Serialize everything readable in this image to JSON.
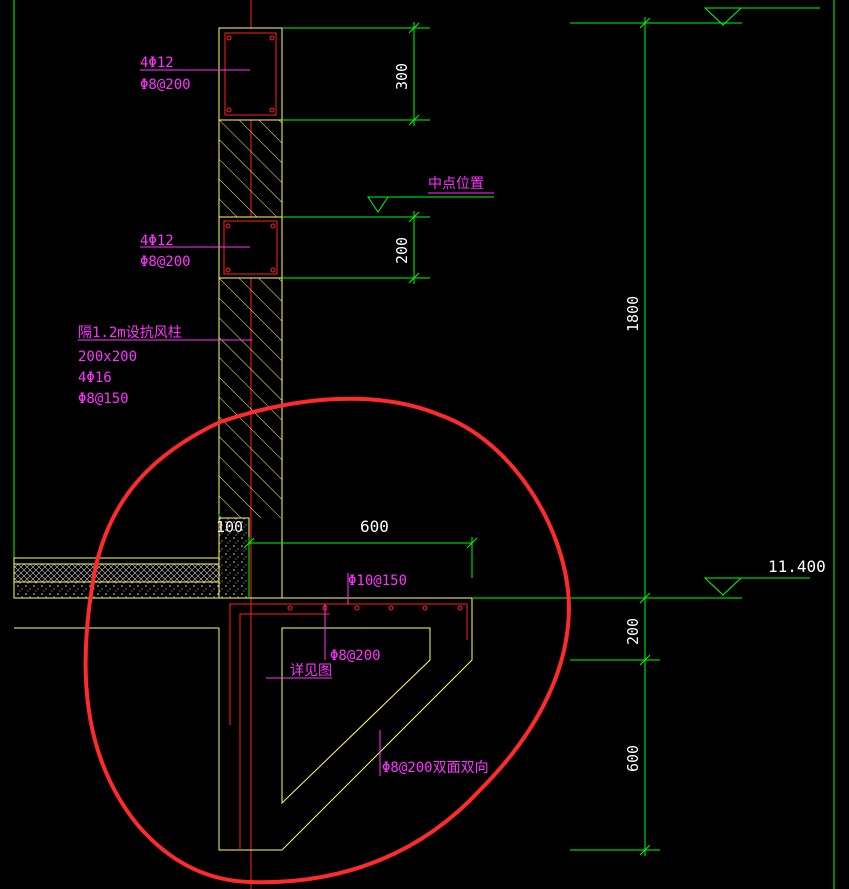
{
  "labels": {
    "rebar_top_main": "4Φ12",
    "rebar_top_stirrup": "Φ8@200",
    "midpoint": "中点位置",
    "rebar_mid_main": "4Φ12",
    "rebar_mid_stirrup": "Φ8@200",
    "column_note": "隔1.2m设抗风柱",
    "column_size": "200x200",
    "column_main": "4Φ16",
    "column_stirrup": "Φ8@150",
    "slab_top_rebar": "Φ10@150",
    "bracket_rebar": "Φ8@200",
    "detail_ref": "详见图",
    "bracket_side_rebar": "Φ8@200双面双向"
  },
  "dimensions": {
    "d300": "300",
    "d200_upper": "200",
    "d1800": "1800",
    "d100": "100",
    "d600_horizontal": "600",
    "d200_lower": "200",
    "d600_vertical": "600"
  },
  "elevation": {
    "level": "11.400"
  },
  "colors": {
    "green": "#00ff00",
    "magenta": "#ff33ff",
    "yellow": "#ffff66",
    "red": "#ff2020",
    "circle": "#ff2a2a",
    "white": "#ffffff",
    "background": "#000000"
  }
}
